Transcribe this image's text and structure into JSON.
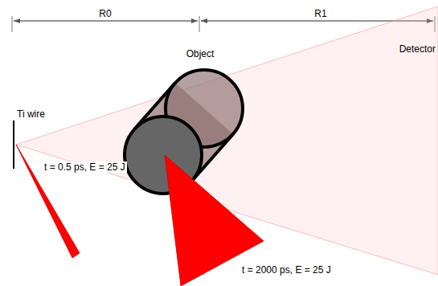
{
  "diagram": {
    "labels": [
      "R0",
      "R1",
      "Object",
      "Detector",
      "Ti wire",
      "t = 0.5 ps, E = 25 J",
      "t = 2000 ps, E = 25 J"
    ]
  }
}
